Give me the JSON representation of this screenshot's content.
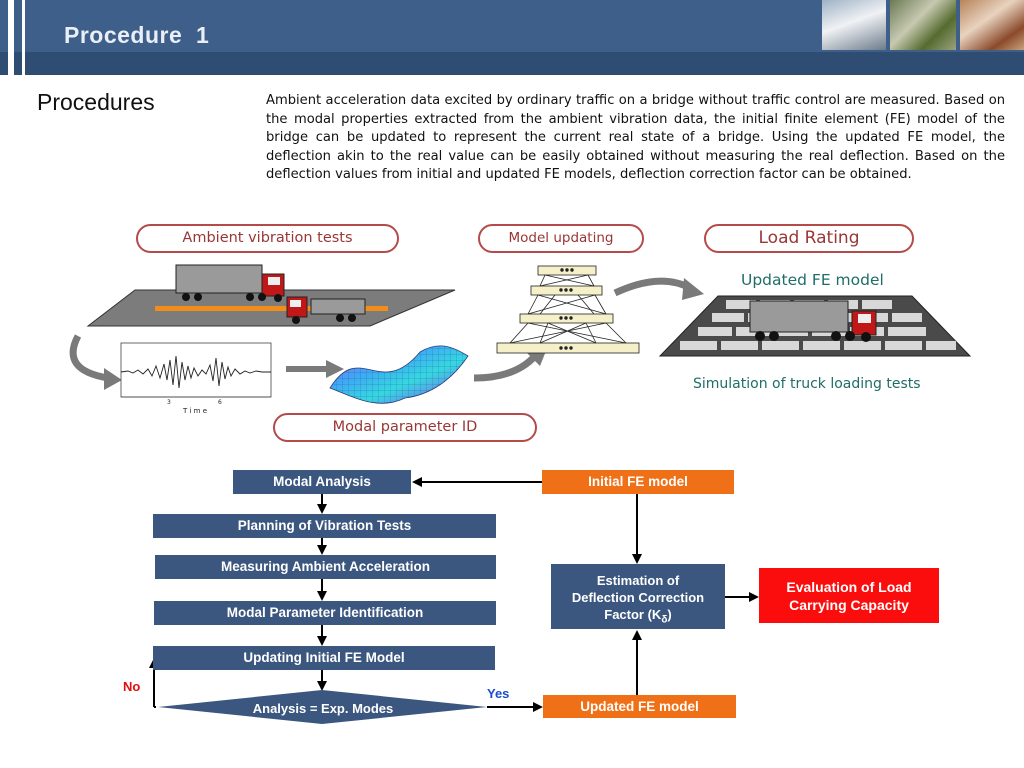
{
  "header": {
    "title": "Procedure  1"
  },
  "section": {
    "label": "Procedures"
  },
  "intro": {
    "text": "Ambient acceleration data excited by ordinary traffic on a bridge without traffic control are measured. Based on the modal properties extracted from the ambient vibration data, the initial finite element (FE) model of the bridge can be updated to represent the current real state of a bridge. Using the updated FE model, the deflection akin to the real value can be easily obtained without measuring the real deflection. Based on the deflection values from initial and updated FE models, deflection correction factor can be obtained."
  },
  "illustration": {
    "ambient_label": "Ambient vibration tests",
    "model_updating_label": "Model updating",
    "load_rating_label": "Load Rating",
    "updated_fe_caption": "Updated FE model",
    "simulation_caption": "Simulation of truck loading tests",
    "modal_param_label": "Modal parameter ID",
    "waveform_axis_label": "T i m e",
    "waveform_tick_1": "3",
    "waveform_tick_2": "6"
  },
  "flowchart": {
    "modal_analysis": "Modal Analysis",
    "planning": "Planning of Vibration Tests",
    "measuring": "Measuring Ambient Acceleration",
    "modal_param_id": "Modal Parameter Identification",
    "updating": "Updating Initial FE Model",
    "decision": "Analysis  =  Exp. Modes",
    "no_label": "No",
    "yes_label": "Yes",
    "initial_fe": "Initial FE model",
    "updated_fe": "Updated FE model",
    "estimation_line1": "Estimation of",
    "estimation_line2": "Deflection Correction",
    "estimation_line3": "Factor (K",
    "estimation_subscript": "δ",
    "estimation_close": ")",
    "evaluation_line1": "Evaluation of Load",
    "evaluation_line2": "Carrying Capacity"
  },
  "colors": {
    "header_blue": "#3e5f8a",
    "flow_box_blue": "#3b577f",
    "orange": "#f07018",
    "red": "#fc0d0d",
    "pill_border": "#b54a4a",
    "teal_text": "#1f6e68"
  }
}
